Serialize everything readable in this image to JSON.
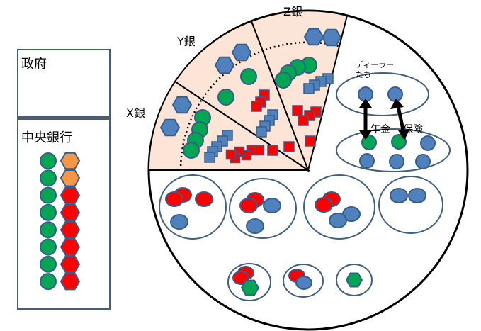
{
  "labels": {
    "government": "政府",
    "central_bank": "中央銀行",
    "bank_x": "X銀",
    "bank_y": "Y銀",
    "bank_z": "Z銀",
    "dealers_line1": "ディーラー",
    "dealers_line2": "たち",
    "pension": "年金",
    "insurance": "保険"
  },
  "colors": {
    "green": "#00a651",
    "orange": "#f79646",
    "red": "#ff0000",
    "blue": "#4f81bd",
    "outline": "#385d8a",
    "peach": "#fce4d6",
    "frame": "#41607e"
  },
  "central_bank_rows": [
    [
      "green-circle",
      "orange-hexagon"
    ],
    [
      "green-circle",
      "orange-hexagon"
    ],
    [
      "green-circle",
      "red-hexagon"
    ],
    [
      "green-circle",
      "red-hexagon"
    ],
    [
      "green-circle",
      "red-hexagon"
    ],
    [
      "green-circle",
      "red-hexagon"
    ],
    [
      "green-circle",
      "red-hexagon"
    ],
    [
      "green-circle",
      "red-hexagon"
    ]
  ]
}
